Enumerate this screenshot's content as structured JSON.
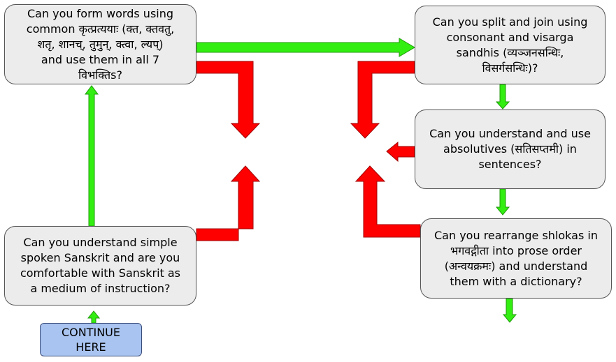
{
  "colors": {
    "box_fill": "#ececec",
    "box_border": "#555555",
    "start_fill": "#a9c4f0",
    "yes_arrow": "#33ee11",
    "no_arrow": "#ff0000"
  },
  "boxes": {
    "pratyaya": {
      "lines": [
        "Can you form words using",
        "common कृत्प्रत्ययाः (क्त, क्तवतु,",
        "शतृ, शानच्, तुमुन्, क्त्वा, ल्यप्)",
        "and use them in all 7",
        "विभक्तिs?"
      ]
    },
    "sandhi": {
      "lines": [
        "Can you split and join using",
        "consonant and visarga",
        "sandhis (व्यञ्जनसन्धिः,",
        "विसर्गसन्धिः)?"
      ]
    },
    "absolutives": {
      "lines": [
        "Can you understand and use",
        "absolutives (सतिसप्तमी) in",
        "sentences?"
      ]
    },
    "shlokas": {
      "lines": [
        "Can you rearrange shlokas in",
        "भगवद्गीता into prose order",
        "(अन्वयक्रमः) and understand",
        "them with a dictionary?"
      ]
    },
    "spoken": {
      "lines": [
        "Can you understand simple",
        "spoken Sanskrit and are you",
        "comfortable with Sanskrit as",
        "a medium of instruction?"
      ]
    },
    "start": {
      "lines": [
        "CONTINUE",
        "HERE"
      ]
    }
  }
}
